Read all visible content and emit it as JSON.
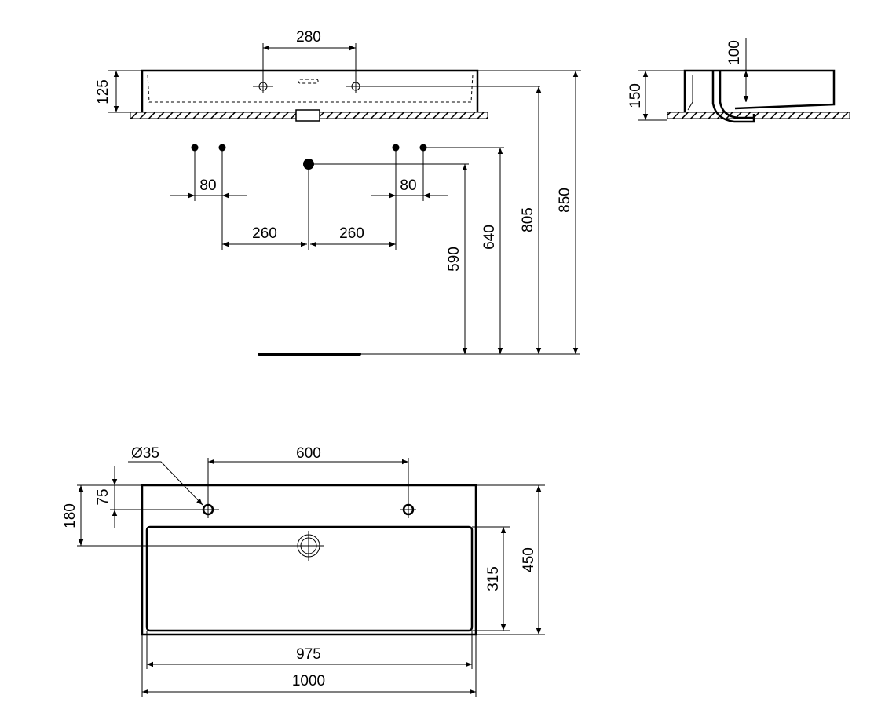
{
  "front_elevation": {
    "dimensions": {
      "tap_spacing": "280",
      "basin_height": "125",
      "d850": "850",
      "d805": "805",
      "d640": "640",
      "d590": "590",
      "d80_left": "80",
      "d80_right": "80",
      "d260_left": "260",
      "d260_right": "260"
    }
  },
  "side_elevation": {
    "dimensions": {
      "height": "150",
      "depth": "100"
    }
  },
  "plan_view": {
    "dimensions": {
      "hole_diameter": "Ø35",
      "tap_spacing": "600",
      "d75": "75",
      "d180": "180",
      "d315": "315",
      "d450": "450",
      "d975": "975",
      "d1000": "1000"
    }
  }
}
